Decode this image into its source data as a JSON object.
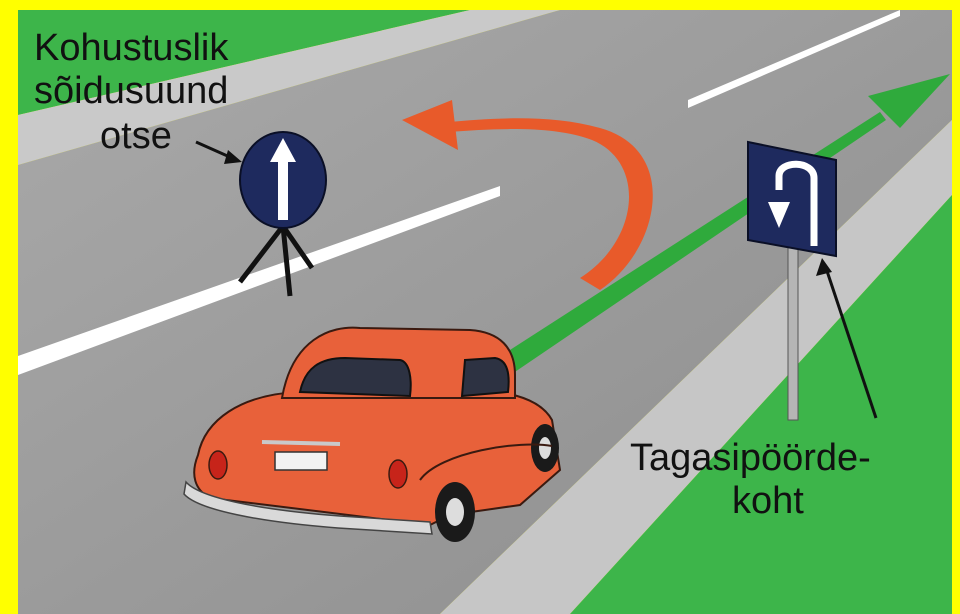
{
  "labels": {
    "mandatory_sign": [
      "Kohustuslik",
      "sõidusuund",
      "otse"
    ],
    "uturn_sign": [
      "Tagasipöörde-",
      "koht"
    ]
  },
  "colors": {
    "frame": "#ffff00",
    "grass": "#3db54a",
    "road": "#9a9a9a",
    "shoulder": "#c8c8c8",
    "lane_marking": "#ffffff",
    "allowed_path": "#2faa3c",
    "forbidden_path": "#e85a2a",
    "sign_blue": "#1e2a5e",
    "car_body": "#e8613a"
  },
  "icons": {
    "mandatory_sign": "arrow-up-icon",
    "uturn_sign": "u-turn-icon",
    "allowed_path": "arrow-straight-icon",
    "forbidden_path": "arrow-u-turn-icon"
  }
}
